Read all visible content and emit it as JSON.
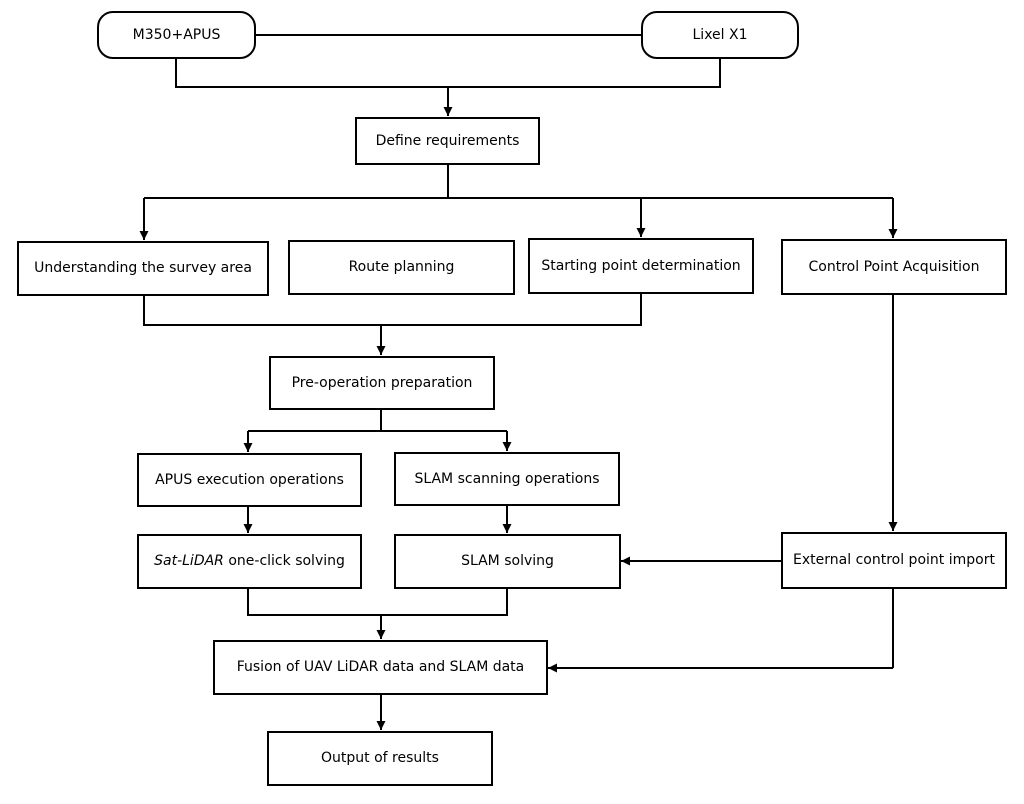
{
  "nodes": {
    "m350": "M350+APUS",
    "lixel": "Lixel X1",
    "define": "Define requirements",
    "understanding": "Understanding the survey area",
    "route": "Route planning",
    "starting": "Starting point determination",
    "control": "Control Point Acquisition",
    "preop": "Pre-operation preparation",
    "apus_exec": "APUS execution operations",
    "slam_scan": "SLAM scanning operations",
    "satlidar_italic": "Sat-LiDAR",
    "satlidar_rest": " one-click solving",
    "slam_solve": "SLAM solving",
    "ext_import": "External control point import",
    "fusion": "Fusion of UAV LiDAR data and SLAM data",
    "output": "Output of results"
  },
  "colors": {
    "stroke": "#000000",
    "fill": "#ffffff",
    "text": "#000000"
  }
}
